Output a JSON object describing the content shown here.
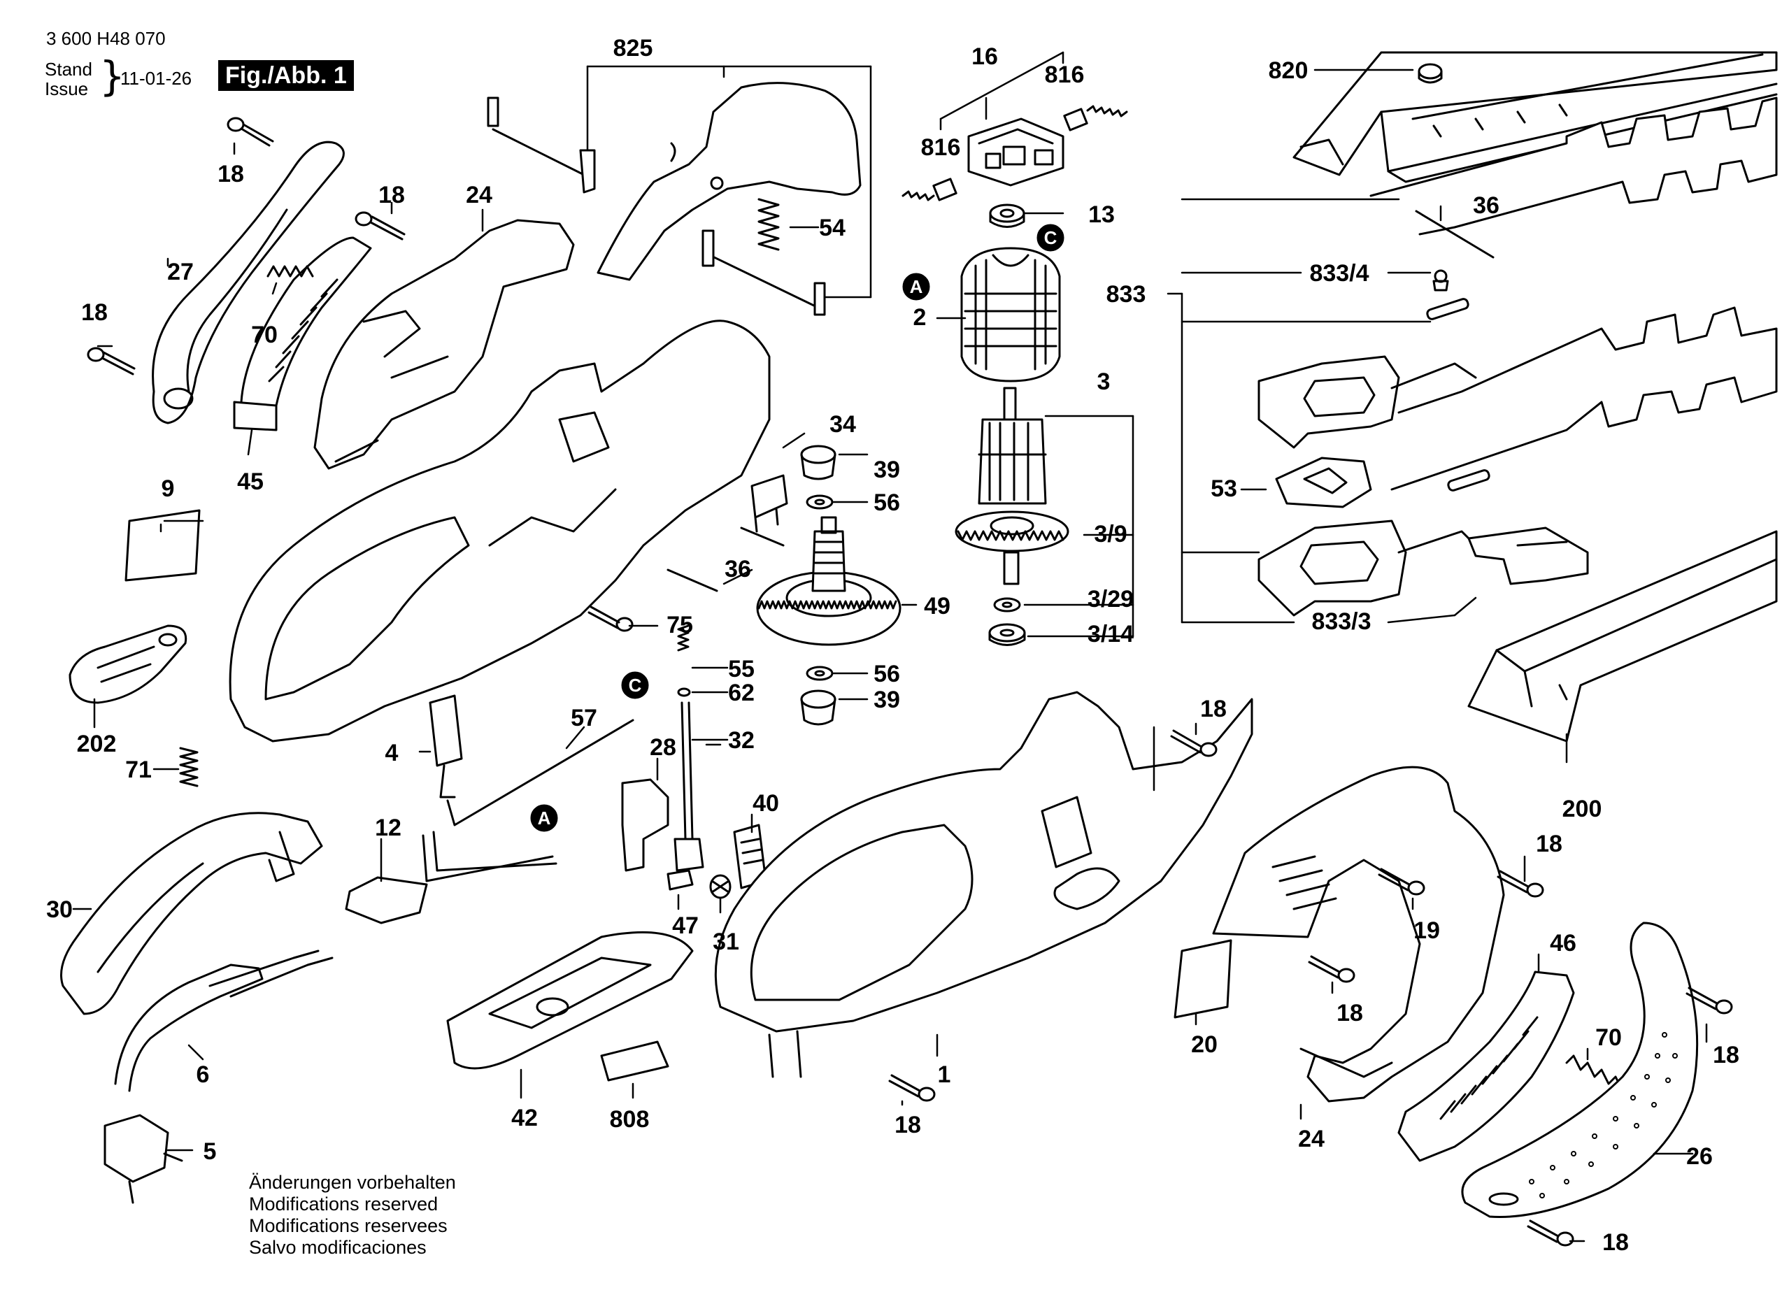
{
  "header": {
    "doc_number": "3 600 H48 070",
    "stand_label": "Stand",
    "issue_label": "Issue",
    "brace": "}",
    "date": "11-01-26",
    "figure_label": "Fig./Abb. 1"
  },
  "markers": {
    "a": "A",
    "c": "C"
  },
  "part_labels": {
    "p825": "825",
    "p16": "16",
    "p816a": "816",
    "p816b": "816",
    "p820": "820",
    "p18_tl": "18",
    "p18_a": "18",
    "p24_top": "24",
    "p27": "27",
    "p70_l": "70",
    "p18_b": "18",
    "p54": "54",
    "p13": "13",
    "p2": "2",
    "p833": "833",
    "p833_4": "833/4",
    "p36_r": "36",
    "p3": "3",
    "p45": "45",
    "p34": "34",
    "p39_a": "39",
    "p56_a": "56",
    "p9": "9",
    "p53": "53",
    "p3_9": "3/9",
    "p36_m": "36",
    "p49": "49",
    "p3_29": "3/29",
    "p3_14": "3/14",
    "p833_3": "833/3",
    "p75": "75",
    "p55": "55",
    "p56_b": "56",
    "p62": "62",
    "p39_b": "39",
    "p202": "202",
    "p57": "57",
    "p32": "32",
    "p18_c": "18",
    "p200": "200",
    "p71": "71",
    "p4": "4",
    "p28": "28",
    "p40": "40",
    "p12": "12",
    "p18_d": "18",
    "p30": "30",
    "p47": "47",
    "p31": "31",
    "p19": "19",
    "p46": "46",
    "p18_e": "18",
    "p20": "20",
    "p70_r": "70",
    "p6": "6",
    "p1": "1",
    "p18_f": "18",
    "p42": "42",
    "p808": "808",
    "p18_g": "18",
    "p24_b": "24",
    "p26": "26",
    "p5": "5",
    "p18_h": "18"
  },
  "notes": [
    "Änderungen vorbehalten",
    "Modifications reserved",
    "Modifications reservees",
    "Salvo modificaciones"
  ]
}
